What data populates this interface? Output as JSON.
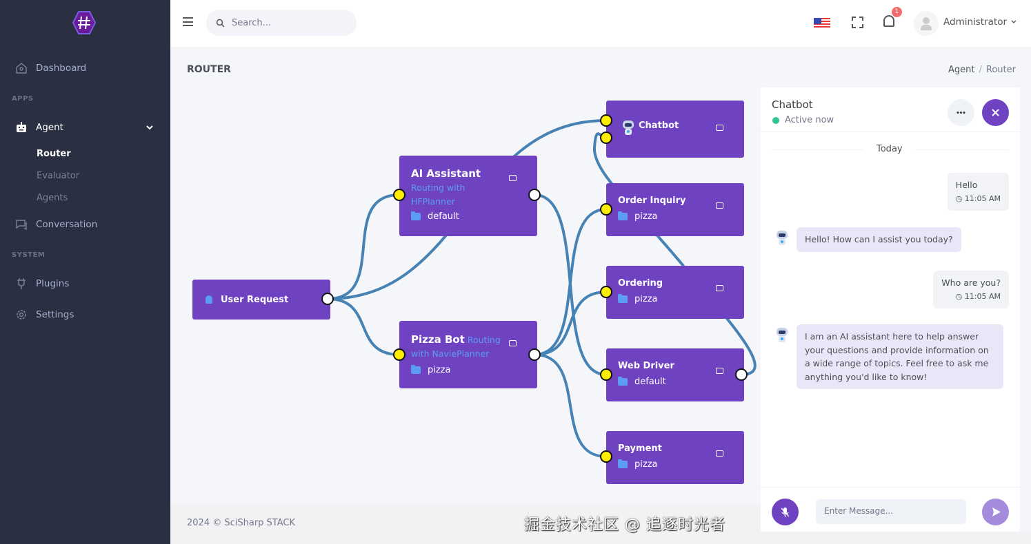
{
  "sidebar": {
    "logo": "#",
    "items": [
      {
        "label": "Dashboard"
      },
      {
        "label": "Agent"
      },
      {
        "label": "Conversation"
      },
      {
        "label": "Plugins"
      },
      {
        "label": "Settings"
      }
    ],
    "sections": {
      "apps": "APPS",
      "system": "SYSTEM"
    },
    "agent_sub": [
      {
        "label": "Router",
        "active": true
      },
      {
        "label": "Evaluator"
      },
      {
        "label": "Agents"
      }
    ]
  },
  "topbar": {
    "search_placeholder": "Search...",
    "notification_count": "1",
    "user": "Administrator",
    "language": "us-flag"
  },
  "page": {
    "title": "ROUTER",
    "breadcrumb": [
      "Agent",
      "Router"
    ]
  },
  "nodes": {
    "user_request": {
      "title": "User Request"
    },
    "ai_assistant": {
      "title": "AI Assistant",
      "subtitle": "Routing with HFPlanner",
      "folder": "default"
    },
    "pizza_bot": {
      "title": "Pizza Bot",
      "subtitle": "Routing with NaviePlanner",
      "folder": "pizza"
    },
    "chatbot": {
      "title": "Chatbot"
    },
    "order_inquiry": {
      "title": "Order Inquiry",
      "folder": "pizza"
    },
    "ordering": {
      "title": "Ordering",
      "folder": "pizza"
    },
    "web_driver": {
      "title": "Web Driver",
      "folder": "default"
    },
    "payment": {
      "title": "Payment",
      "folder": "pizza"
    }
  },
  "chat": {
    "title": "Chatbot",
    "status": "Active now",
    "divider": "Today",
    "messages": [
      {
        "from": "user",
        "text": "Hello",
        "time": "11:05 AM"
      },
      {
        "from": "bot",
        "text": "Hello! How can I assist you today?"
      },
      {
        "from": "user",
        "text": "Who are you?",
        "time": "11:05 AM"
      },
      {
        "from": "bot",
        "text": "I am an AI assistant here to help answer your questions and provide information on a wide range of topics. Feel free to ask me anything you'd like to know!"
      }
    ],
    "input_placeholder": "Enter Message..."
  },
  "footer": {
    "text": "2024 © SciSharp STACK"
  },
  "watermark": "掘金技术社区 @ 追逐时光者",
  "colors": {
    "node": "#6f42c1",
    "edge": "#4682b4",
    "port_in": "#ffee00",
    "sidebar": "#2a3042"
  }
}
